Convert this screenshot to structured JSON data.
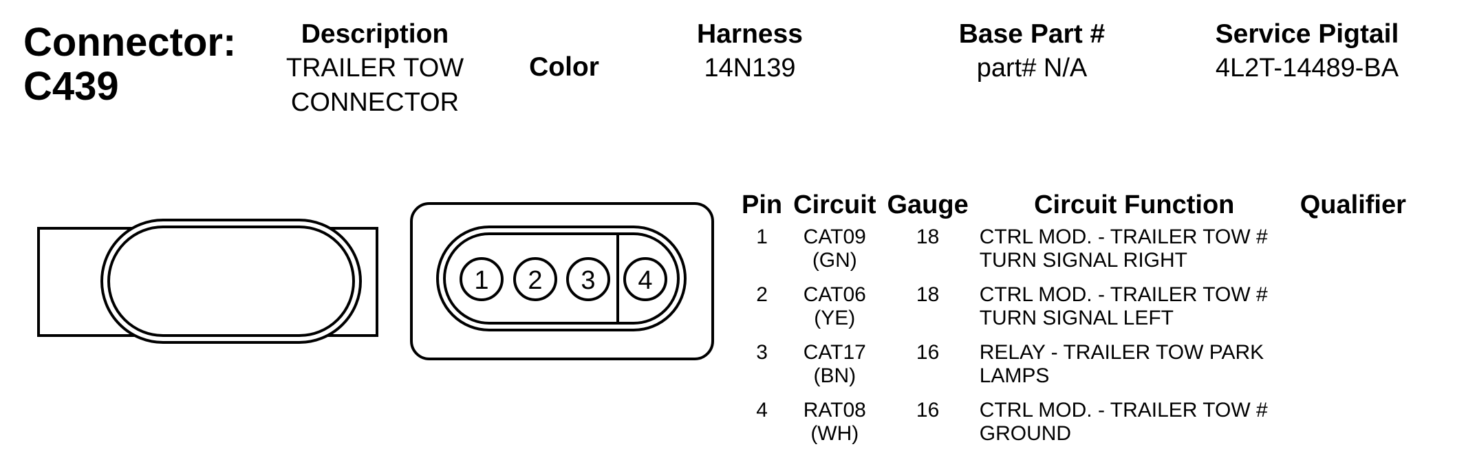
{
  "header": {
    "connector_label": "Connector:",
    "connector_id": "C439",
    "description_label": "Description",
    "description_line1": "TRAILER TOW",
    "description_line2": "CONNECTOR",
    "color_label": "Color",
    "harness_label": "Harness",
    "harness_value": "14N139",
    "base_part_label": "Base Part #",
    "base_part_value": "part# N/A",
    "service_pigtail_label": "Service Pigtail",
    "service_pigtail_value": "4L2T-14489-BA"
  },
  "diagram": {
    "pins": [
      "1",
      "2",
      "3",
      "4"
    ]
  },
  "pin_table": {
    "headers": {
      "pin": "Pin",
      "circuit": "Circuit",
      "gauge": "Gauge",
      "circuit_function": "Circuit Function",
      "qualifier": "Qualifier"
    },
    "rows": [
      {
        "pin": "1",
        "circuit": "CAT09",
        "circuit_color": "(GN)",
        "gauge": "18",
        "function_line1": "CTRL MOD. - TRAILER TOW #",
        "function_line2": "TURN SIGNAL RIGHT",
        "qualifier": ""
      },
      {
        "pin": "2",
        "circuit": "CAT06",
        "circuit_color": "(YE)",
        "gauge": "18",
        "function_line1": "CTRL MOD. - TRAILER TOW #",
        "function_line2": "TURN SIGNAL LEFT",
        "qualifier": ""
      },
      {
        "pin": "3",
        "circuit": "CAT17",
        "circuit_color": "(BN)",
        "gauge": "16",
        "function_line1": "RELAY - TRAILER TOW PARK",
        "function_line2": "LAMPS",
        "qualifier": ""
      },
      {
        "pin": "4",
        "circuit": "RAT08",
        "circuit_color": "(WH)",
        "gauge": "16",
        "function_line1": "CTRL MOD. - TRAILER TOW #",
        "function_line2": "GROUND",
        "qualifier": ""
      }
    ]
  }
}
